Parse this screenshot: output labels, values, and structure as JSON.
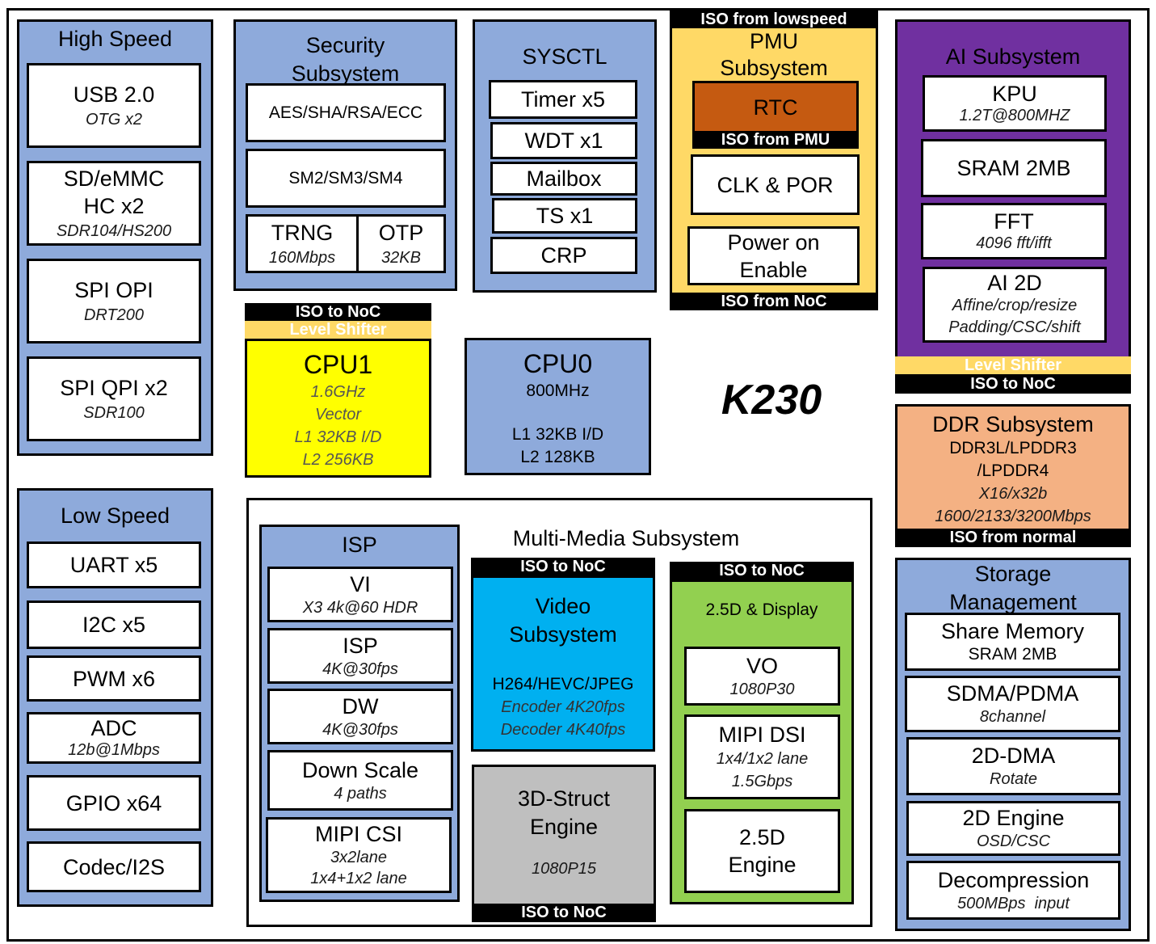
{
  "chip_name": "K230",
  "colors": {
    "panel_blue": "#8eaadb",
    "cpu1_yellow": "#ffff00",
    "pmu_yellow": "#ffd966",
    "rtc_orange": "#c55a11",
    "ai_purple": "#7030a0",
    "ddr_orange": "#f4b183",
    "video_cyan": "#00b0f0",
    "display_green": "#92d050",
    "engine_gray": "#bfbfbf"
  },
  "high_speed": {
    "title": "High Speed",
    "blocks": [
      {
        "lines": [
          "USB 2.0"
        ],
        "sub": [
          "OTG x2"
        ]
      },
      {
        "lines": [
          "SD/eMMC",
          "HC x2"
        ],
        "sub": [
          "SDR104/HS200"
        ]
      },
      {
        "lines": [
          "SPI OPI"
        ],
        "sub": [
          "DRT200"
        ]
      },
      {
        "lines": [
          "SPI QPI x2"
        ],
        "sub": [
          "SDR100"
        ]
      }
    ]
  },
  "security": {
    "title": [
      "Security",
      "Subsystem"
    ],
    "blocks": [
      {
        "lines": [
          "AES/SHA/RSA/ECC"
        ]
      },
      {
        "lines": [
          "SM2/SM3/SM4"
        ]
      }
    ],
    "split": [
      {
        "lines": [
          "TRNG"
        ],
        "sub": [
          "160Mbps"
        ]
      },
      {
        "lines": [
          "OTP"
        ],
        "sub": [
          "32KB"
        ]
      }
    ]
  },
  "sysctl": {
    "title": "SYSCTL",
    "blocks": [
      "Timer x5",
      "WDT x1",
      "Mailbox",
      "TS x1",
      "CRP"
    ]
  },
  "pmu": {
    "top_bar": "ISO from lowspeed",
    "title": [
      "PMU",
      "Subsystem"
    ],
    "rtc": "RTC",
    "rtc_bar": "ISO from PMU",
    "clk": "CLK & POR",
    "power": [
      "Power on",
      "Enable"
    ],
    "bottom_bar": "ISO from NoC"
  },
  "ai": {
    "title": "AI Subsystem",
    "blocks": [
      {
        "lines": [
          "KPU"
        ],
        "sub": [
          "1.2T@800MHZ"
        ]
      },
      {
        "lines": [
          "SRAM 2MB"
        ],
        "sub": []
      },
      {
        "lines": [
          "FFT"
        ],
        "sub": [
          "4096 fft/ifft"
        ]
      },
      {
        "lines": [
          "AI 2D"
        ],
        "sub": [
          "Affine/crop/resize",
          "Padding/CSC/shift"
        ]
      }
    ],
    "level_shifter": "Level Shifter",
    "iso_bar": "ISO to NoC"
  },
  "cpu1": {
    "iso_bar": "ISO to NoC",
    "level_shifter": "Level Shifter",
    "title": "CPU1",
    "lines": [
      "1.6GHz",
      "Vector",
      "L1 32KB I/D",
      "L2 256KB"
    ]
  },
  "cpu0": {
    "title": "CPU0",
    "freq": "800MHz",
    "lines": [
      "L1 32KB I/D",
      "L2 128KB"
    ]
  },
  "ddr": {
    "title": "DDR Subsystem",
    "lines": [
      "DDR3L/LPDDR3",
      "/LPDDR4"
    ],
    "sub": [
      "X16/x32b",
      "1600/2133/3200Mbps"
    ],
    "iso_bar": "ISO from normal"
  },
  "low_speed": {
    "title": "Low Speed",
    "blocks": [
      {
        "lines": [
          "UART x5"
        ],
        "sub": []
      },
      {
        "lines": [
          "I2C x5"
        ],
        "sub": []
      },
      {
        "lines": [
          "PWM x6"
        ],
        "sub": []
      },
      {
        "lines": [
          "ADC"
        ],
        "sub": [
          "12b@1Mbps"
        ]
      },
      {
        "lines": [
          "GPIO x64"
        ],
        "sub": []
      },
      {
        "lines": [
          "Codec/I2S"
        ],
        "sub": []
      }
    ]
  },
  "multimedia": {
    "title": "Multi-Media Subsystem",
    "isp": {
      "title": "ISP",
      "blocks": [
        {
          "lines": [
            "VI"
          ],
          "sub": [
            "X3 4k@60 HDR"
          ]
        },
        {
          "lines": [
            "ISP"
          ],
          "sub": [
            "4K@30fps"
          ]
        },
        {
          "lines": [
            "DW"
          ],
          "sub": [
            "4K@30fps"
          ]
        },
        {
          "lines": [
            "Down Scale"
          ],
          "sub": [
            "4 paths"
          ]
        },
        {
          "lines": [
            "MIPI CSI"
          ],
          "sub": [
            "3x2lane",
            "1x4+1x2 lane"
          ]
        }
      ]
    },
    "video": {
      "iso_bar": "ISO to NoC",
      "title": [
        "Video",
        "Subsystem"
      ],
      "codec": "H264/HEVC/JPEG",
      "sub": [
        "Encoder 4K20fps",
        "Decoder 4K40fps"
      ]
    },
    "engine3d": {
      "title": [
        "3D-Struct",
        "Engine"
      ],
      "sub": "1080P15",
      "iso_bar": "ISO to NoC"
    },
    "display": {
      "iso_bar": "ISO to NoC",
      "title": "2.5D & Display",
      "blocks": [
        {
          "lines": [
            "VO"
          ],
          "sub": [
            "1080P30"
          ]
        },
        {
          "lines": [
            "MIPI DSI"
          ],
          "sub": [
            "1x4/1x2 lane",
            "1.5Gbps"
          ]
        },
        {
          "lines": [
            "2.5D",
            "Engine"
          ],
          "sub": []
        }
      ]
    }
  },
  "storage": {
    "title": [
      "Storage",
      "Management"
    ],
    "blocks": [
      {
        "lines": [
          "Share Memory"
        ],
        "sub2": "SRAM 2MB",
        "sub": []
      },
      {
        "lines": [
          "SDMA/PDMA"
        ],
        "sub": [
          "8channel"
        ]
      },
      {
        "lines": [
          "2D-DMA"
        ],
        "sub": [
          "Rotate"
        ]
      },
      {
        "lines": [
          "2D Engine"
        ],
        "sub": [
          "OSD/CSC"
        ]
      },
      {
        "lines": [
          "Decompression"
        ],
        "sub": [
          "500MBps  input"
        ]
      }
    ]
  }
}
